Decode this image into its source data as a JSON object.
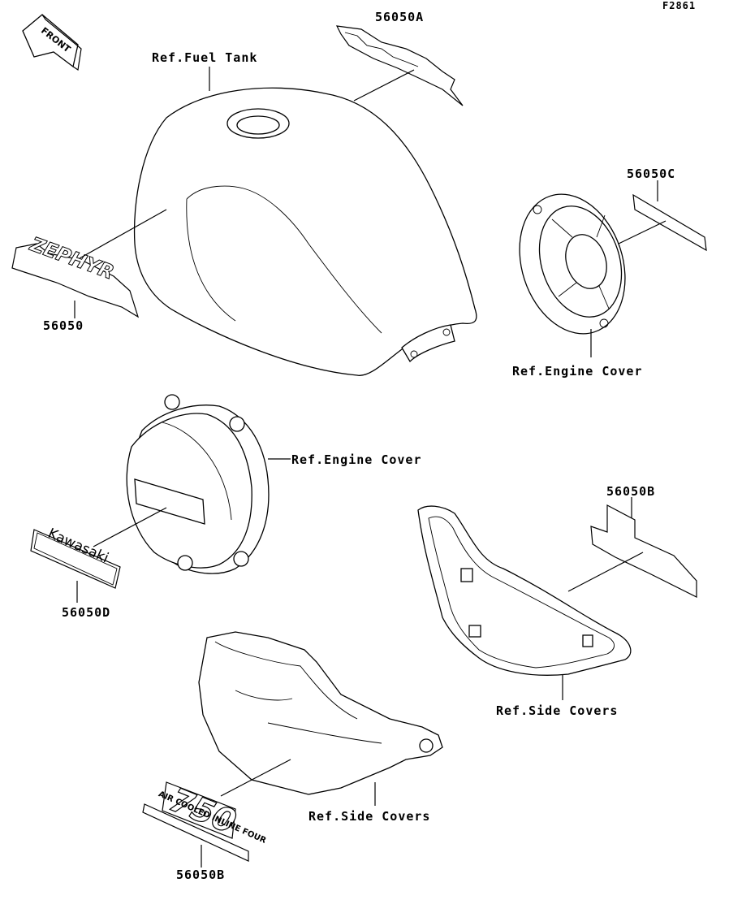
{
  "figure_code": "F2861",
  "front_arrow": {
    "text": "FRONT",
    "icon": "front-direction-arrow-icon"
  },
  "parts": [
    {
      "id": "p1",
      "number": "56050A"
    },
    {
      "id": "p2",
      "number": "56050C"
    },
    {
      "id": "p3",
      "number": "56050"
    },
    {
      "id": "p4",
      "number": "56050D"
    },
    {
      "id": "p5",
      "number": "56050B"
    },
    {
      "id": "p6",
      "number": "56050B"
    }
  ],
  "refs": [
    {
      "id": "r1",
      "text": "Ref.Fuel Tank"
    },
    {
      "id": "r2",
      "text": "Ref.Engine Cover"
    },
    {
      "id": "r3",
      "text": "Ref.Engine Cover"
    },
    {
      "id": "r4",
      "text": "Ref.Side Covers"
    },
    {
      "id": "r5",
      "text": "Ref.Side Covers"
    }
  ],
  "decal_text": {
    "zephyr": "ZEPHYR",
    "kawasaki": "Kawasaki",
    "displacement": "750",
    "engine_type": "AIR COOLED INLINE FOUR"
  }
}
